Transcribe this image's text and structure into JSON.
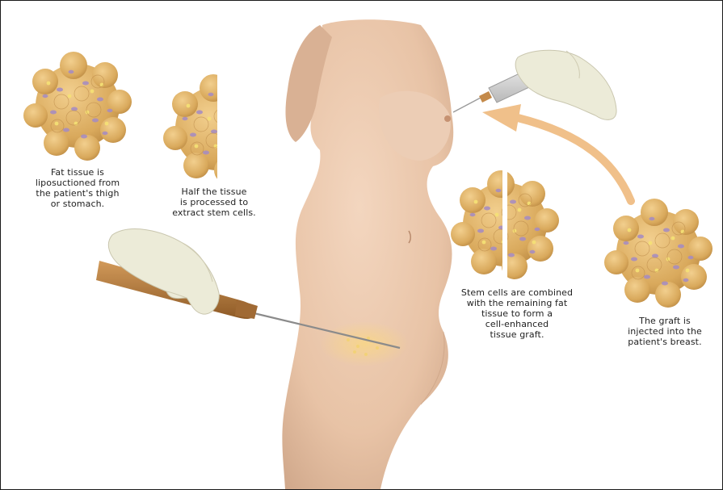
{
  "colors": {
    "frame_border": "#1a1a1a",
    "background": "#ffffff",
    "skin": "#e8c3a6",
    "fat_tissue": "#d9a95c",
    "stem_cell": "#a48bc4",
    "arrow": "#f0c08a",
    "glove": "#ece9d6",
    "cannula_handle": "#b47a3a"
  },
  "icons": [
    "fat-tissue-cluster",
    "half-tissue-cluster",
    "split-tissue-cluster",
    "graft-cluster",
    "syringe-icon",
    "cannula-icon",
    "gloved-hand-icon",
    "curved-arrow-icon"
  ],
  "captions": {
    "step1": "Fat tissue is\nliposuctioned from\nthe patient's thigh\nor stomach.",
    "step2": "Half the tissue\nis processed to\nextract stem cells.",
    "step3": "Stem cells are combined\nwith the remaining fat\ntissue to form a\ncell-enhanced\ntissue graft.",
    "step4": "The graft is\ninjected into the\npatient's breast."
  }
}
